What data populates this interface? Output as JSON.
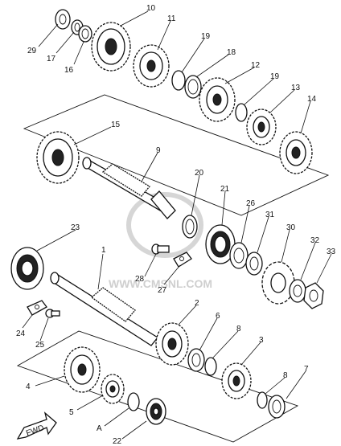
{
  "watermark": "WWW.CMSNL.COM",
  "fwd_label": "FWD",
  "labels": {
    "l10": "10",
    "l29": "29",
    "l17": "17",
    "l16": "16",
    "l11": "11",
    "l19a": "19",
    "l18": "18",
    "l12": "12",
    "l19b": "19",
    "l13": "13",
    "l14": "14",
    "l15": "15",
    "l9": "9",
    "l20": "20",
    "l21": "21",
    "l26": "26",
    "l31": "31",
    "l30": "30",
    "l32": "32",
    "l33": "33",
    "l23": "23",
    "l1": "1",
    "l28": "28",
    "l27": "27",
    "l24": "24",
    "l25": "25",
    "l2": "2",
    "l6": "6",
    "l8a": "8",
    "l3": "3",
    "l4": "4",
    "l5": "5",
    "lA": "A",
    "l22": "22",
    "l8b": "8",
    "l7": "7"
  }
}
